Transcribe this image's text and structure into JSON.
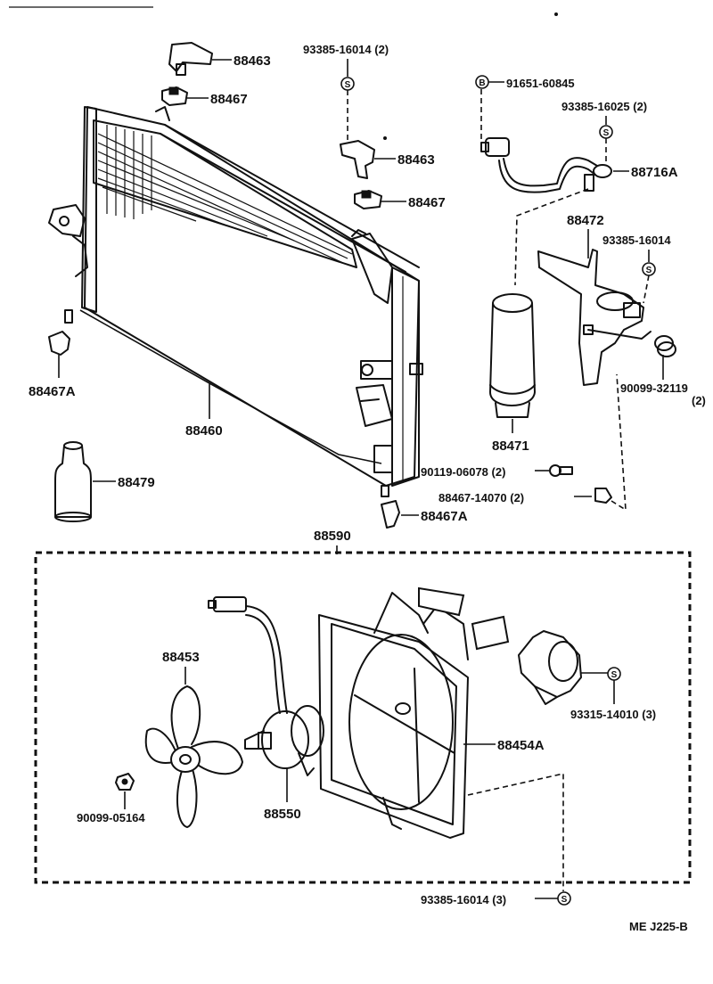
{
  "parts": {
    "p88463_top": "88463",
    "p88467_top": "88467",
    "p93385_16014_2": "93385-16014 (2)",
    "p88463_mid": "88463",
    "p88467_mid": "88467",
    "p91651_60845": "91651-60845",
    "p93385_16025_2": "93385-16025 (2)",
    "p88716A": "88716A",
    "p88472": "88472",
    "p93385_16014": "93385-16014",
    "p90099_32119": "90099-32119",
    "p90099_32119_qty": "(2)",
    "p88467A_left": "88467A",
    "p88460": "88460",
    "p88471": "88471",
    "p90119_06078": "90119-06078 (2)",
    "p88467_14070": "88467-14070 (2)",
    "p88479": "88479",
    "p88467A_bottom": "88467A",
    "p88590": "88590",
    "p88453": "88453",
    "p93315_14010": "93315-14010 (3)",
    "p88454A": "88454A",
    "p90099_05164": "90099-05164",
    "p88550": "88550",
    "p93385_16014_3": "93385-16014 (3)"
  },
  "symbols": {
    "s": "S",
    "b": "B"
  },
  "diagram_code": "ME J225-B"
}
